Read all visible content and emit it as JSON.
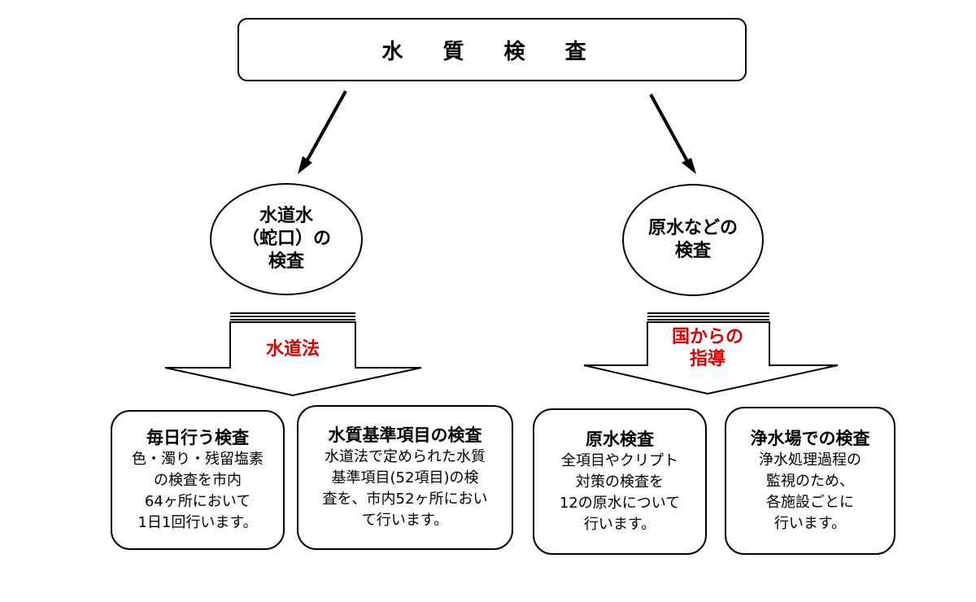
{
  "title": "水 質 検 査",
  "left_branch": {
    "oval_lines": [
      "水道水",
      "（蛇口）の",
      "検査"
    ],
    "law_lines": [
      "水道法"
    ],
    "cards": [
      {
        "title": "毎日行う検査",
        "lines": [
          "色・濁り・残留塩素",
          "の検査を市内",
          "64ヶ所において",
          "1日1回行います。"
        ]
      },
      {
        "title": "水質基準項目の検査",
        "lines": [
          "水道法で定められた水質",
          "基準項目(52項目)の検",
          "査を、市内52ヶ所におい",
          "て行います。"
        ]
      }
    ]
  },
  "right_branch": {
    "oval_lines": [
      "原水などの",
      "検査"
    ],
    "law_lines": [
      "国からの",
      "指導"
    ],
    "cards": [
      {
        "title": "原水検査",
        "lines": [
          "全項目やクリプト",
          "対策の検査を",
          "12の原水について",
          "行います。"
        ]
      },
      {
        "title": "浄水場での検査",
        "lines": [
          "浄水処理過程の",
          "監視のため、",
          "各施設ごとに",
          "行います。"
        ]
      }
    ]
  },
  "colors": {
    "law_text": "#e00000",
    "stroke": "#000000"
  }
}
